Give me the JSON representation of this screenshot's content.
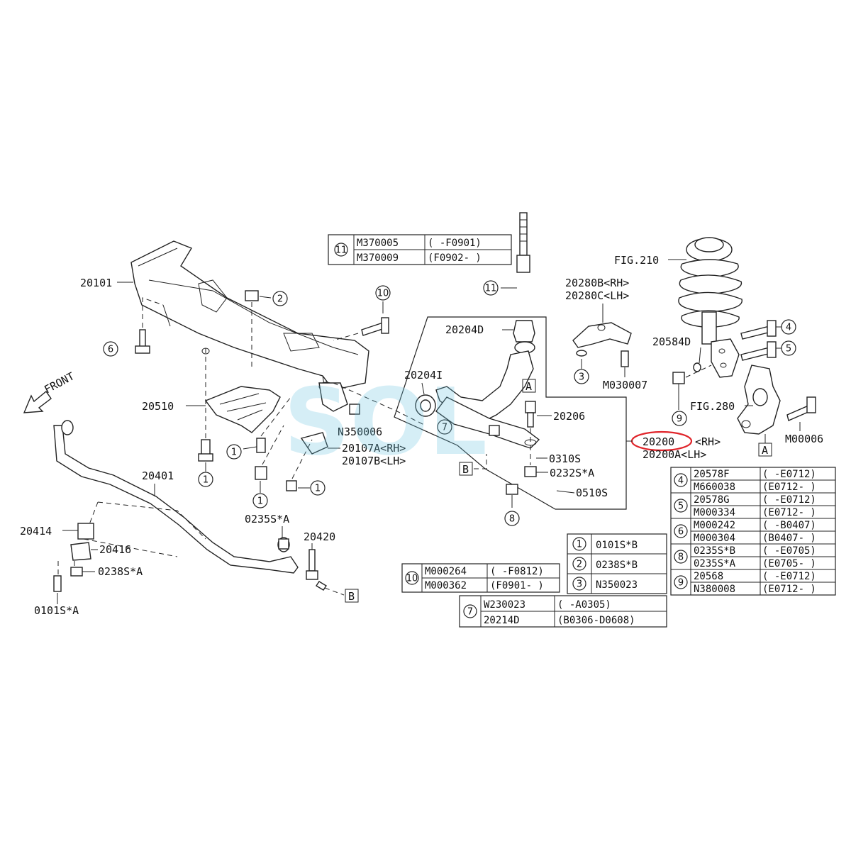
{
  "labels": {
    "crossmember": "20101",
    "bracket_20510": "20510",
    "nut_n350006": "N350006",
    "bracket_rh": "20107A<RH>",
    "bracket_lh": "20107B<LH>",
    "stabilizer": "20401",
    "bushing_20414": "20414",
    "clamp_20416": "20416",
    "nut_0238s": "0238S*A",
    "bolt_0101s": "0101S*A",
    "nut_0235s": "0235S*A",
    "link_20420": "20420",
    "bush_20204d": "20204D",
    "bush_20204i": "20204I",
    "balljoint": "20206",
    "washer_0310s": "0310S",
    "nut_0232s": "0232S*A",
    "pin_0510s": "0510S",
    "arm_rh": "20200",
    "arm_rh_suffix": "<RH>",
    "arm_lh": "20200A<LH>",
    "plate_rh": "20280B<RH>",
    "plate_lh": "20280C<LH>",
    "bolt_m030007": "M030007",
    "fig_210": "FIG.210",
    "washer_20584d": "20584D",
    "fig_280": "FIG.280",
    "bolt_m00006": "M00006",
    "front": "FRONT",
    "ref_a": "A",
    "ref_b": "B",
    "watermark": "SOL"
  },
  "callouts": [
    "1",
    "2",
    "3",
    "4",
    "5",
    "6",
    "7",
    "8",
    "9",
    "10",
    "11"
  ],
  "tables": {
    "t11": {
      "key": "11",
      "rows": [
        [
          "M370005",
          "( -F0901)"
        ],
        [
          "M370009",
          "(F0902- )"
        ]
      ]
    },
    "t10": {
      "key": "10",
      "rows": [
        [
          "M000264",
          "( -F0812)"
        ],
        [
          "M000362",
          "(F0901- )"
        ]
      ]
    },
    "t123": {
      "rows": [
        [
          "1",
          "0101S*B"
        ],
        [
          "2",
          "0238S*B"
        ],
        [
          "3",
          "N350023"
        ]
      ]
    },
    "t7": {
      "key": "7",
      "rows": [
        [
          "W230023",
          "( -A0305)"
        ],
        [
          "20214D",
          "(B0306-D0608)"
        ]
      ]
    },
    "tright": {
      "groups": [
        {
          "key": "4",
          "rows": [
            [
              "20578F",
              "( -E0712)"
            ],
            [
              "M660038",
              "(E0712- )"
            ]
          ]
        },
        {
          "key": "5",
          "rows": [
            [
              "20578G",
              "( -E0712)"
            ],
            [
              "M000334",
              "(E0712- )"
            ]
          ]
        },
        {
          "key": "6",
          "rows": [
            [
              "M000242",
              "( -B0407)"
            ],
            [
              "M000304",
              "(B0407- )"
            ]
          ]
        },
        {
          "key": "8",
          "rows": [
            [
              "0235S*B",
              "( -E0705)"
            ],
            [
              "0235S*A",
              "(E0705- )"
            ]
          ]
        },
        {
          "key": "9",
          "rows": [
            [
              "20568",
              "( -E0712)"
            ],
            [
              "N380008",
              "(E0712- )"
            ]
          ]
        }
      ]
    }
  },
  "colors": {
    "highlight": "#e0242a",
    "watermark": "#6cc4e0"
  }
}
